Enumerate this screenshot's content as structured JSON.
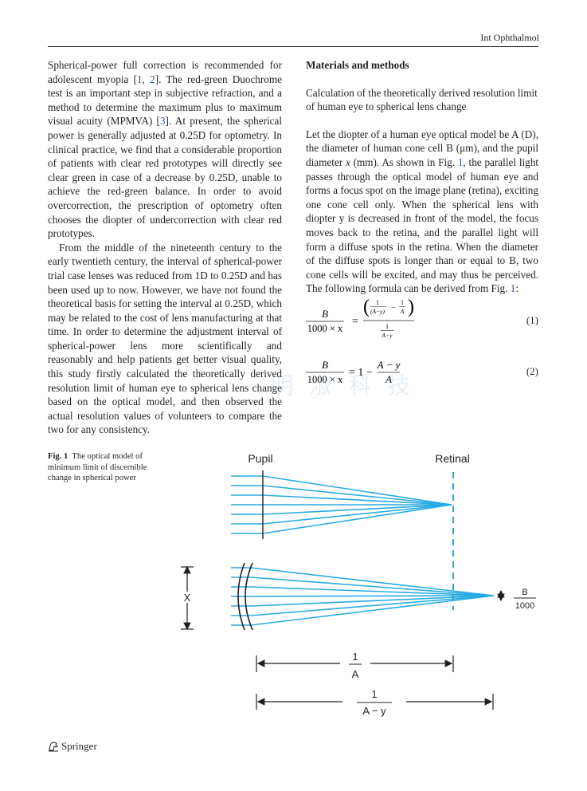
{
  "header": {
    "journal": "Int Ophthalmol"
  },
  "left_column": {
    "p1_a": "Spherical-power full correction is recommended for adolescent myopia [",
    "ref1": "1",
    "p1_sep": ", ",
    "ref2": "2",
    "p1_b": "]. The red-green Duochrome test is an important step in subjective refraction, and a method to determine the maximum plus to maximum visual acuity (MPMVA) [",
    "ref3": "3",
    "p1_c": "]. At present, the spherical power is generally adjusted at 0.25D for optometry. In clinical practice, we find that a considerable proportion of patients with clear red prototypes will directly see clear green in case of a decrease by 0.25D, unable to achieve the red-green balance. In order to avoid overcorrection, the prescription of optometry often chooses the diopter of undercorrection with clear red prototypes.",
    "p2": "From the middle of the nineteenth century to the early twentieth century, the interval of spherical-power trial case lenses was reduced from 1D to 0.25D and has been used up to now. However, we have not found the theoretical basis for setting the interval at 0.25D, which may be related to the cost of lens manufacturing at that time. In order to determine the adjustment interval of spherical-power lens more scientifically and reasonably and help patients get better visual quality, this study firstly calculated the theoretically derived resolution limit of human eye to spherical lens change based on the optical model, and then observed the actual resolution values of volunteers to compare the two for any consistency."
  },
  "right_column": {
    "section_heading": "Materials and methods",
    "subsection_heading": "Calculation of the theoretically derived resolution limit of human eye to spherical lens change",
    "p_a": "Let the diopter of a human eye optical model be A (D), the diameter of human cone cell B (μm), and the pupil diameter ",
    "x_var": "x",
    "p_b": " (mm). As shown in Fig. ",
    "fig_ref1": "1",
    "p_c": ", the parallel light passes through the optical model of human eye and forms a focus spot on the image plane (retina), exciting one cone cell only. When the spherical lens with diopter y is decreased in front of the model, the focus moves back to the retina, and the parallel light will form a diffuse spots in the retina. When the diameter of the diffuse spots is longer than or equal to B, two cone cells will be excited, and may thus be perceived. The following formula can be derived from Fig. ",
    "fig_ref2": "1",
    "p_d": ":"
  },
  "equations": {
    "eq1": {
      "lhs_num": "B",
      "lhs_den": "1000 × x",
      "equals": "=",
      "rhs_t1": "1",
      "rhs_t1_den": "(A−y)",
      "minus": "−",
      "rhs_t2": "1",
      "rhs_t2_den": "A",
      "rhs_den_num": "1",
      "rhs_den_den": "A−y",
      "number": "(1)"
    },
    "eq2": {
      "lhs_num": "B",
      "lhs_den": "1000 × x",
      "equals": "= 1 −",
      "rhs_num": "A − y",
      "rhs_den": "A",
      "number": "(2)"
    }
  },
  "figure": {
    "caption_label": "Fig. 1",
    "caption_text": "The optical model of minimum limit of discernible change in spherical power",
    "pupil_label": "Pupil",
    "retinal_label": "Retinal",
    "x_label": "X",
    "b_num": "B",
    "b_den": "1000",
    "dim1_num": "1",
    "dim1_den": "A",
    "dim2_num": "1",
    "dim2_den": "A − y",
    "ray_color": "#29abe2"
  },
  "footer": {
    "publisher": "Springer",
    "logo_icon": "springer-horse-icon"
  },
  "watermark": {
    "text": "明 淑 科 技"
  }
}
